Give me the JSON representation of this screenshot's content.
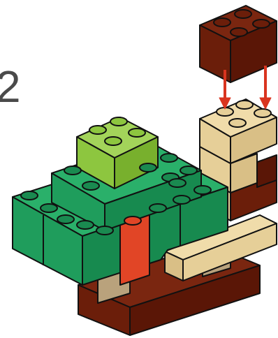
{
  "step": {
    "number": "2"
  },
  "colors": {
    "dark_red_brown": "#6b1e0a",
    "tan": "#e6cf98",
    "dark_tan": "#b9a27c",
    "bright_green": "#8dc63f",
    "green": "#1f9d5c",
    "red": "#e14526",
    "arrow_red": "#d9341f"
  },
  "instruction": {
    "incoming_brick": "dark-red-brown-2x2-brick",
    "arrow_count": 2
  }
}
